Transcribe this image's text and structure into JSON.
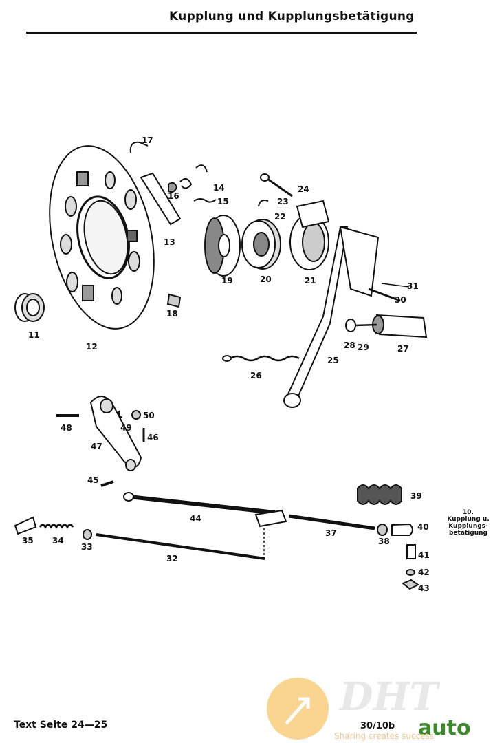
{
  "header": {
    "title": "Kupplung und Kupplungsbetätigung"
  },
  "footer": {
    "text_ref": "Text Seite 24—25",
    "page_code": "30/10b"
  },
  "figure_note": {
    "number": "10.",
    "line1": "Kupplung u.",
    "line2": "Kupplungs-",
    "line3": "betätigung"
  },
  "parts": {
    "p11": "11",
    "p12": "12",
    "p13": "13",
    "p14": "14",
    "p15": "15",
    "p16": "16",
    "p17": "17",
    "p18": "18",
    "p19": "19",
    "p20": "20",
    "p21": "21",
    "p22": "22",
    "p23": "23",
    "p24": "24",
    "p25": "25",
    "p26": "26",
    "p27": "27",
    "p28": "28",
    "p29": "29",
    "p30": "30",
    "p31": "31",
    "p32": "32",
    "p33": "33",
    "p34": "34",
    "p35": "35",
    "p37": "37",
    "p38": "38",
    "p39": "39",
    "p40": "40",
    "p41": "41",
    "p42": "42",
    "p43": "43",
    "p44": "44",
    "p45": "45",
    "p46": "46",
    "p47": "47",
    "p48": "48",
    "p49": "49",
    "p50": "50"
  },
  "watermark": {
    "brand": "DHT",
    "auto": "auto",
    "slogan": "Sharing creates success"
  }
}
